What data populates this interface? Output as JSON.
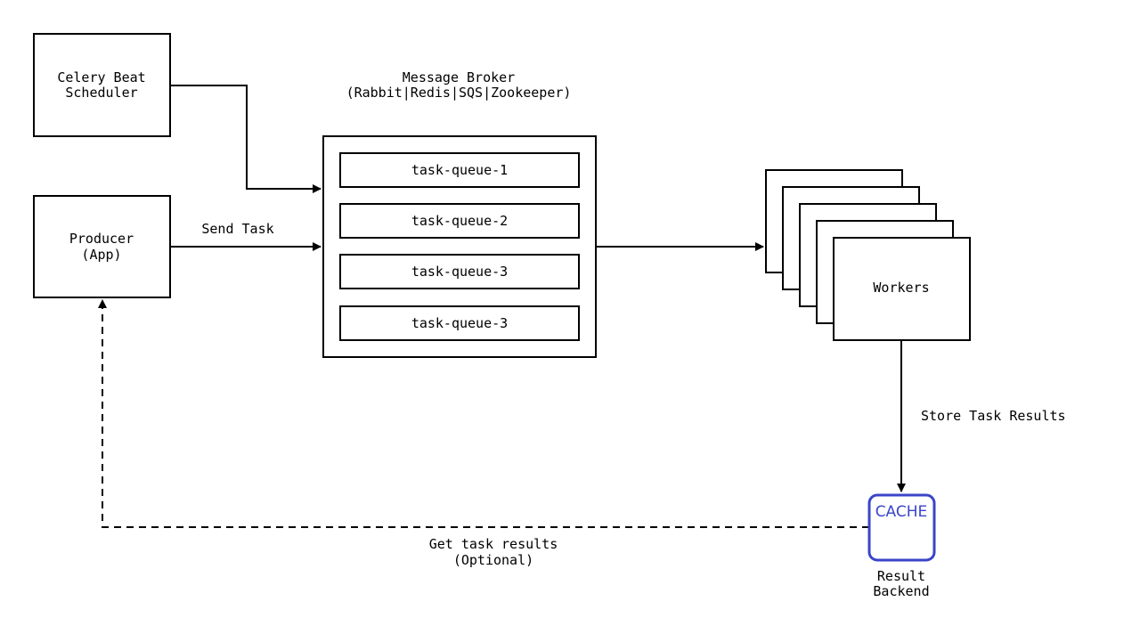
{
  "nodes": {
    "scheduler": {
      "line1": "Celery Beat",
      "line2": "Scheduler"
    },
    "producer": {
      "line1": "Producer",
      "line2": "(App)"
    },
    "broker": {
      "title": "Message Broker",
      "subtitle": "(Rabbit|Redis|SQS|Zookeeper)",
      "queues": [
        "task-queue-1",
        "task-queue-2",
        "task-queue-3",
        "task-queue-3"
      ]
    },
    "workers": {
      "label": "Workers"
    },
    "cache": {
      "label": "CACHE",
      "caption_line1": "Result",
      "caption_line2": "Backend"
    }
  },
  "edges": {
    "send_task": "Send Task",
    "store_results": "Store Task Results",
    "get_results_line1": "Get task results",
    "get_results_line2": "(Optional)"
  },
  "colors": {
    "accent": "#3a45c8",
    "stroke": "#000000"
  }
}
